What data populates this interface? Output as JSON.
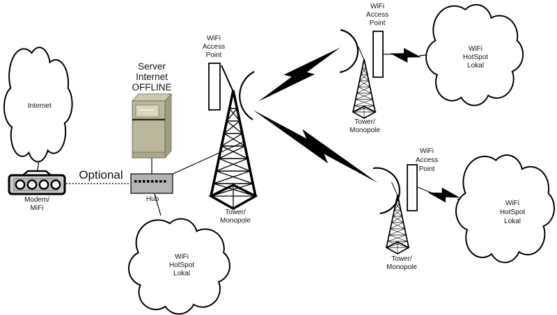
{
  "nodes": {
    "internet_cloud": {
      "label": "Internet"
    },
    "modem": {
      "label": [
        "Modem/",
        "MiFi"
      ]
    },
    "optional_link": {
      "label": "Optional"
    },
    "server": {
      "label": [
        "Server",
        "Internet",
        "OFFLINE"
      ]
    },
    "hub": {
      "label": "Hub"
    },
    "main_access_point": {
      "label": [
        "WiFi",
        "Access",
        "Point"
      ]
    },
    "main_tower": {
      "label": [
        "Tower/",
        "Monopole"
      ]
    },
    "hotspot_cloud_center": {
      "label": [
        "WiFi",
        "HotSpot",
        "Lokal"
      ]
    },
    "ne_access_point": {
      "label": [
        "WiFi",
        "Access",
        "Point"
      ]
    },
    "ne_tower": {
      "label": [
        "Tower/",
        "Monopole"
      ]
    },
    "hotspot_cloud_ne": {
      "label": [
        "WiFi",
        "HotSpot",
        "Lokal"
      ]
    },
    "se_access_point": {
      "label": [
        "WiFi",
        "Access",
        "Point"
      ]
    },
    "se_tower": {
      "label": [
        "Tower/",
        "Monopole"
      ]
    },
    "hotspot_cloud_se": {
      "label": [
        "WiFi",
        "HotSpot",
        "Lokal"
      ]
    }
  },
  "colors": {
    "background": "#ffffff",
    "line": "#000000",
    "text": "#111111",
    "server_front": "#b8b69b",
    "server_side": "#9e9c82",
    "server_top": "#cccaae",
    "server_panel": "#d9d6bd",
    "server_panel_slot": "#efecd8",
    "server_divider": "#2e2d1d",
    "hub_fill": "#b4b4b4",
    "modem_fill": "#c9c9c9",
    "modem_inner": "#bcbcbc"
  }
}
